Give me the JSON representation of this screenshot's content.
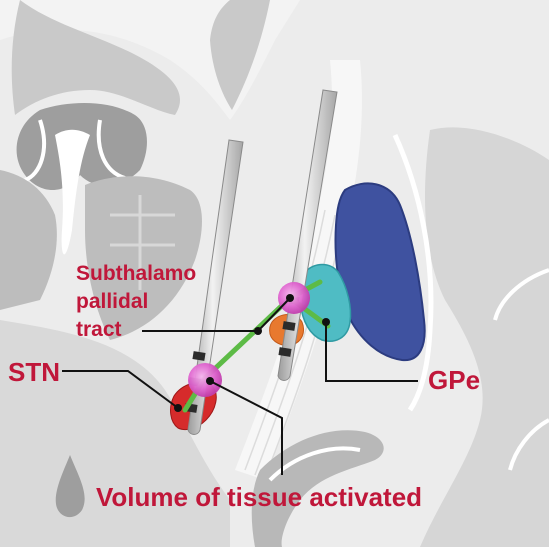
{
  "labels": {
    "stn": "STN",
    "subthalamo_line1": "Subthalamo",
    "subthalamo_line2": "pallidal",
    "subthalamo_line3": "tract",
    "gpe": "GPe",
    "vta": "Volume of tissue activated"
  },
  "colors": {
    "label_red": "#c0173a",
    "gpe_blue": "#3f52a0",
    "gpi_teal": "#4fbcc4",
    "stn_red": "#d62b2b",
    "orange_region": "#e8792f",
    "tract_green": "#5dbb46",
    "vta_pink": "#e066d0",
    "tissue_gray": "#d4d4d4",
    "background_light_gray": "#ececec"
  }
}
